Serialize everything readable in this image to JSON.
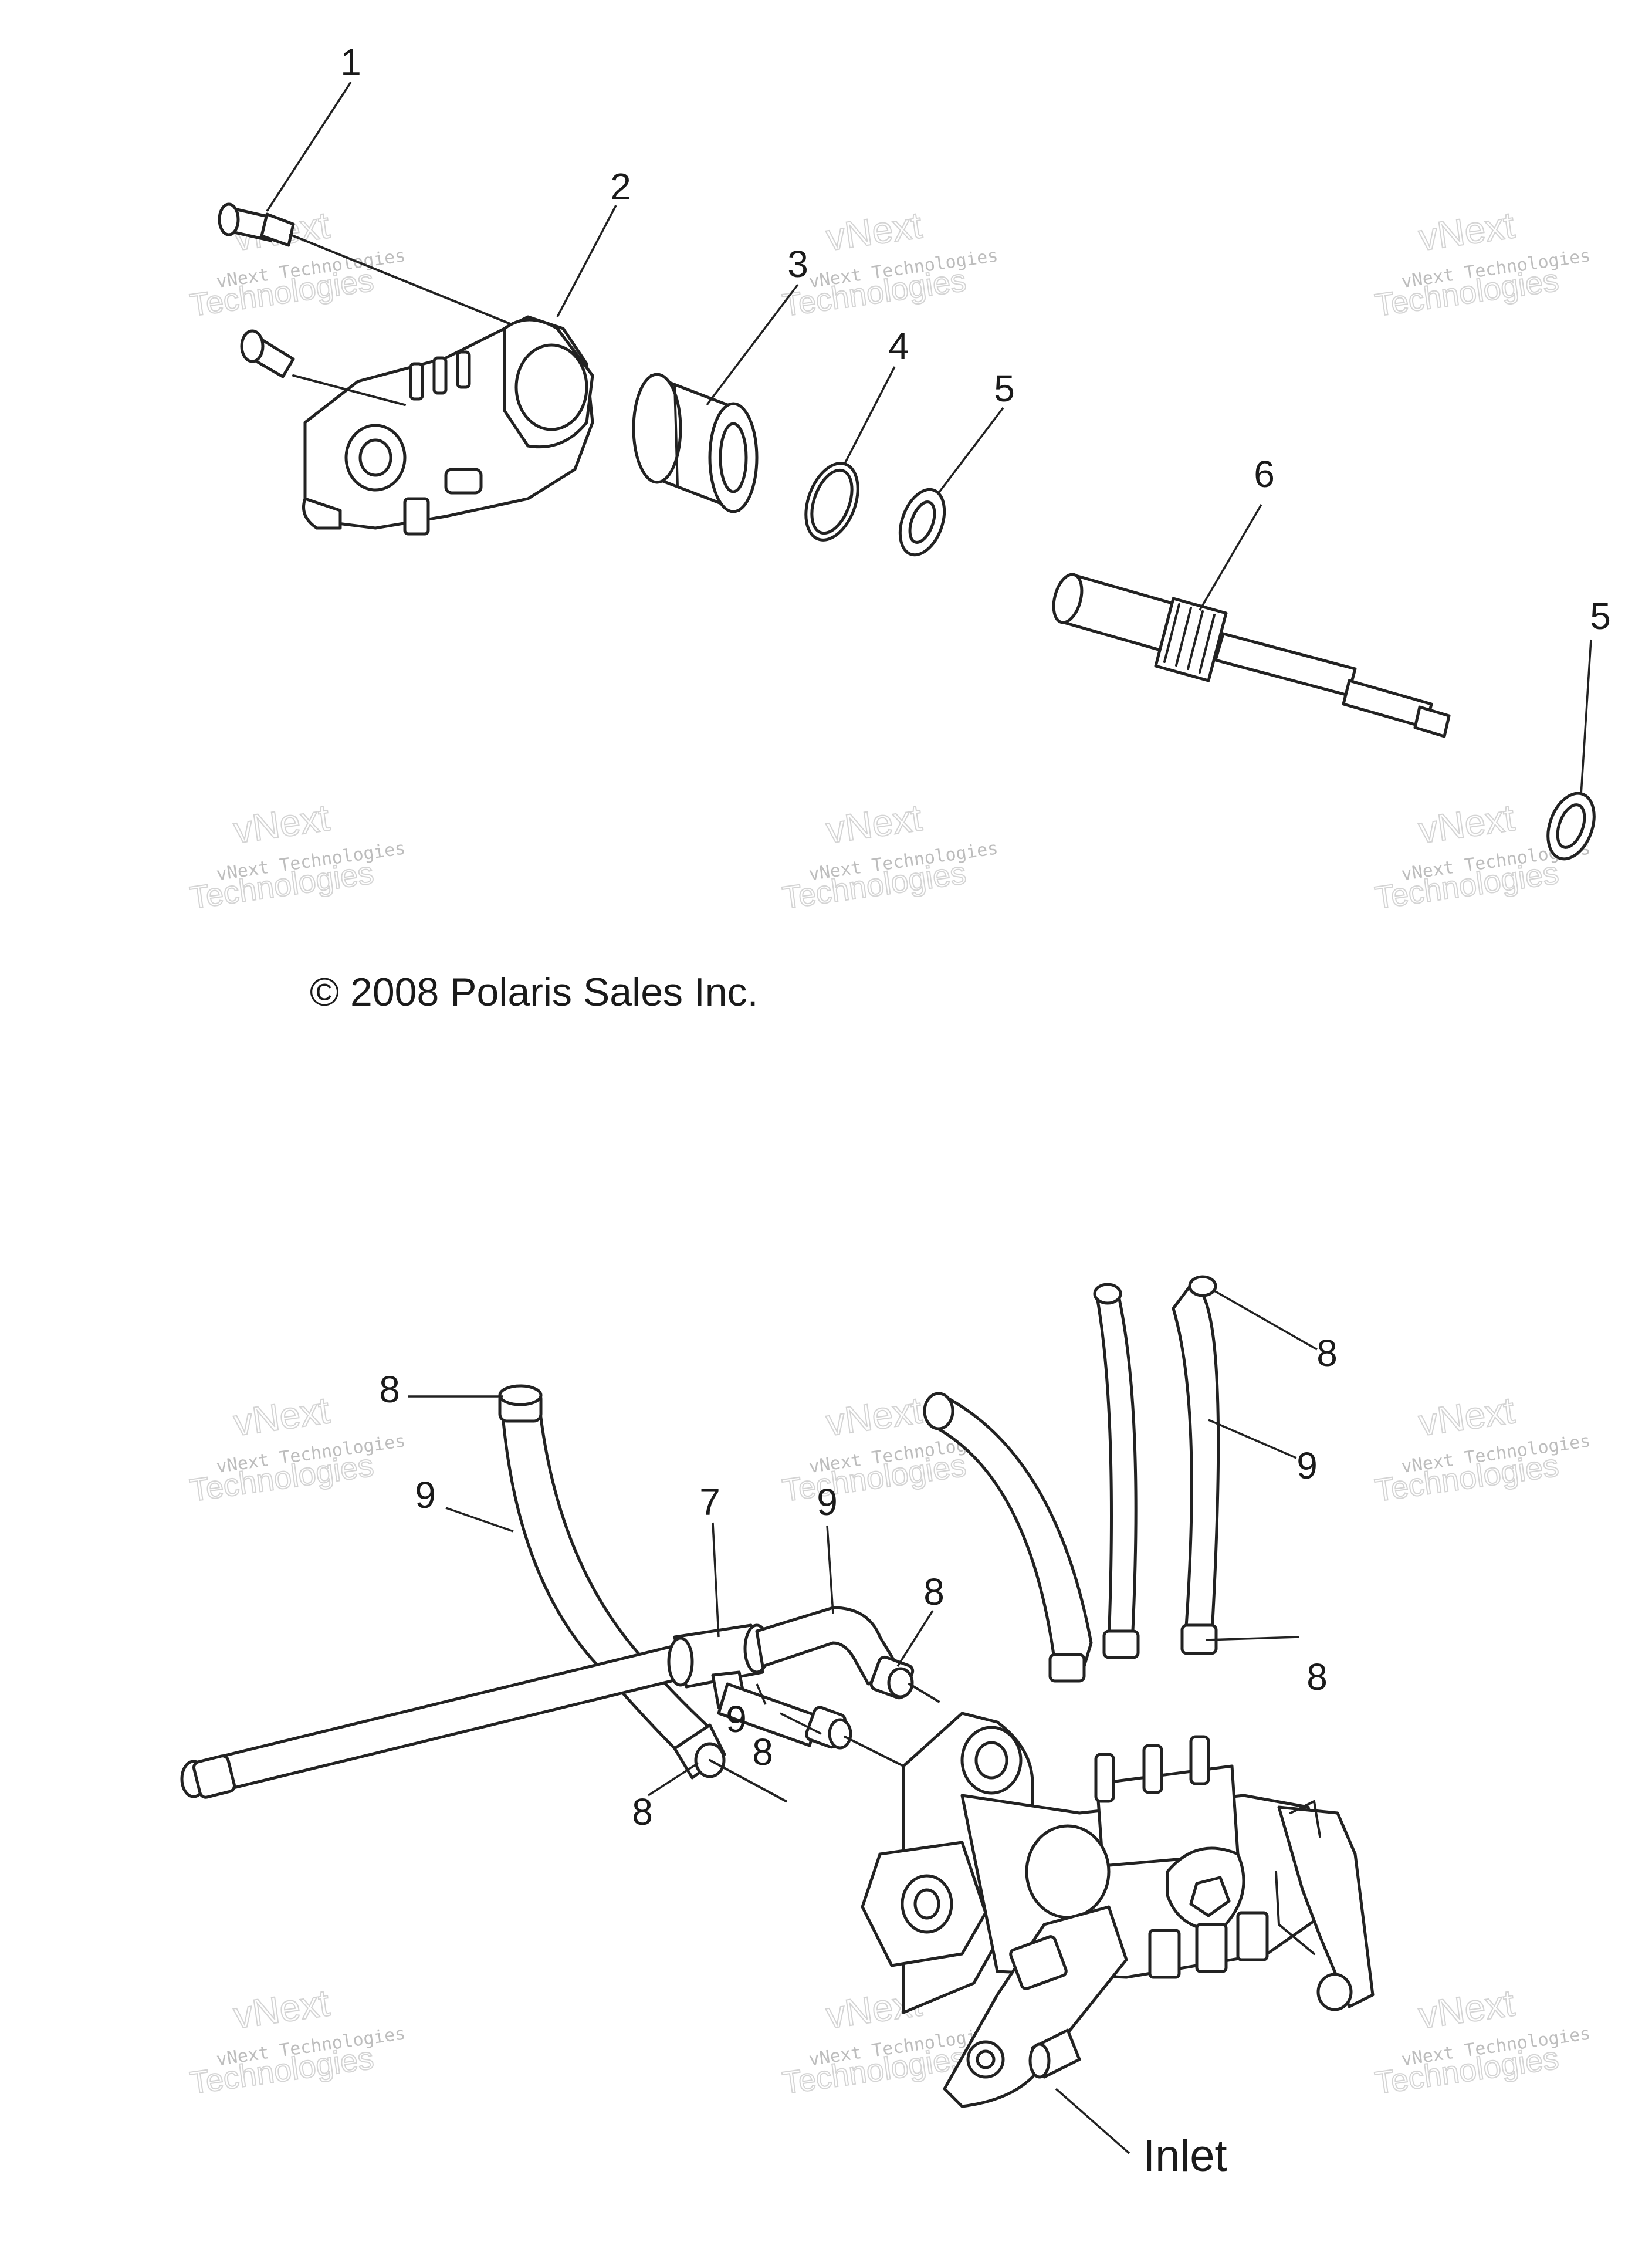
{
  "copyright": "© 2008 Polaris Sales Inc.",
  "inlet_label": "Inlet",
  "watermark": {
    "line1": "vNext",
    "line2": "vNext Technologies",
    "line3": "Technologies"
  },
  "callouts": {
    "c1": "1",
    "c2": "2",
    "c3": "3",
    "c4": "4",
    "c5a": "5",
    "c6": "6",
    "c5b": "5",
    "b8a": "8",
    "b9a": "9",
    "b7": "7",
    "b9b": "9",
    "b8b": "8",
    "b9c": "9",
    "b8c": "8",
    "b8d": "8",
    "b8e": "8",
    "b9d": "9",
    "b8f": "8"
  }
}
